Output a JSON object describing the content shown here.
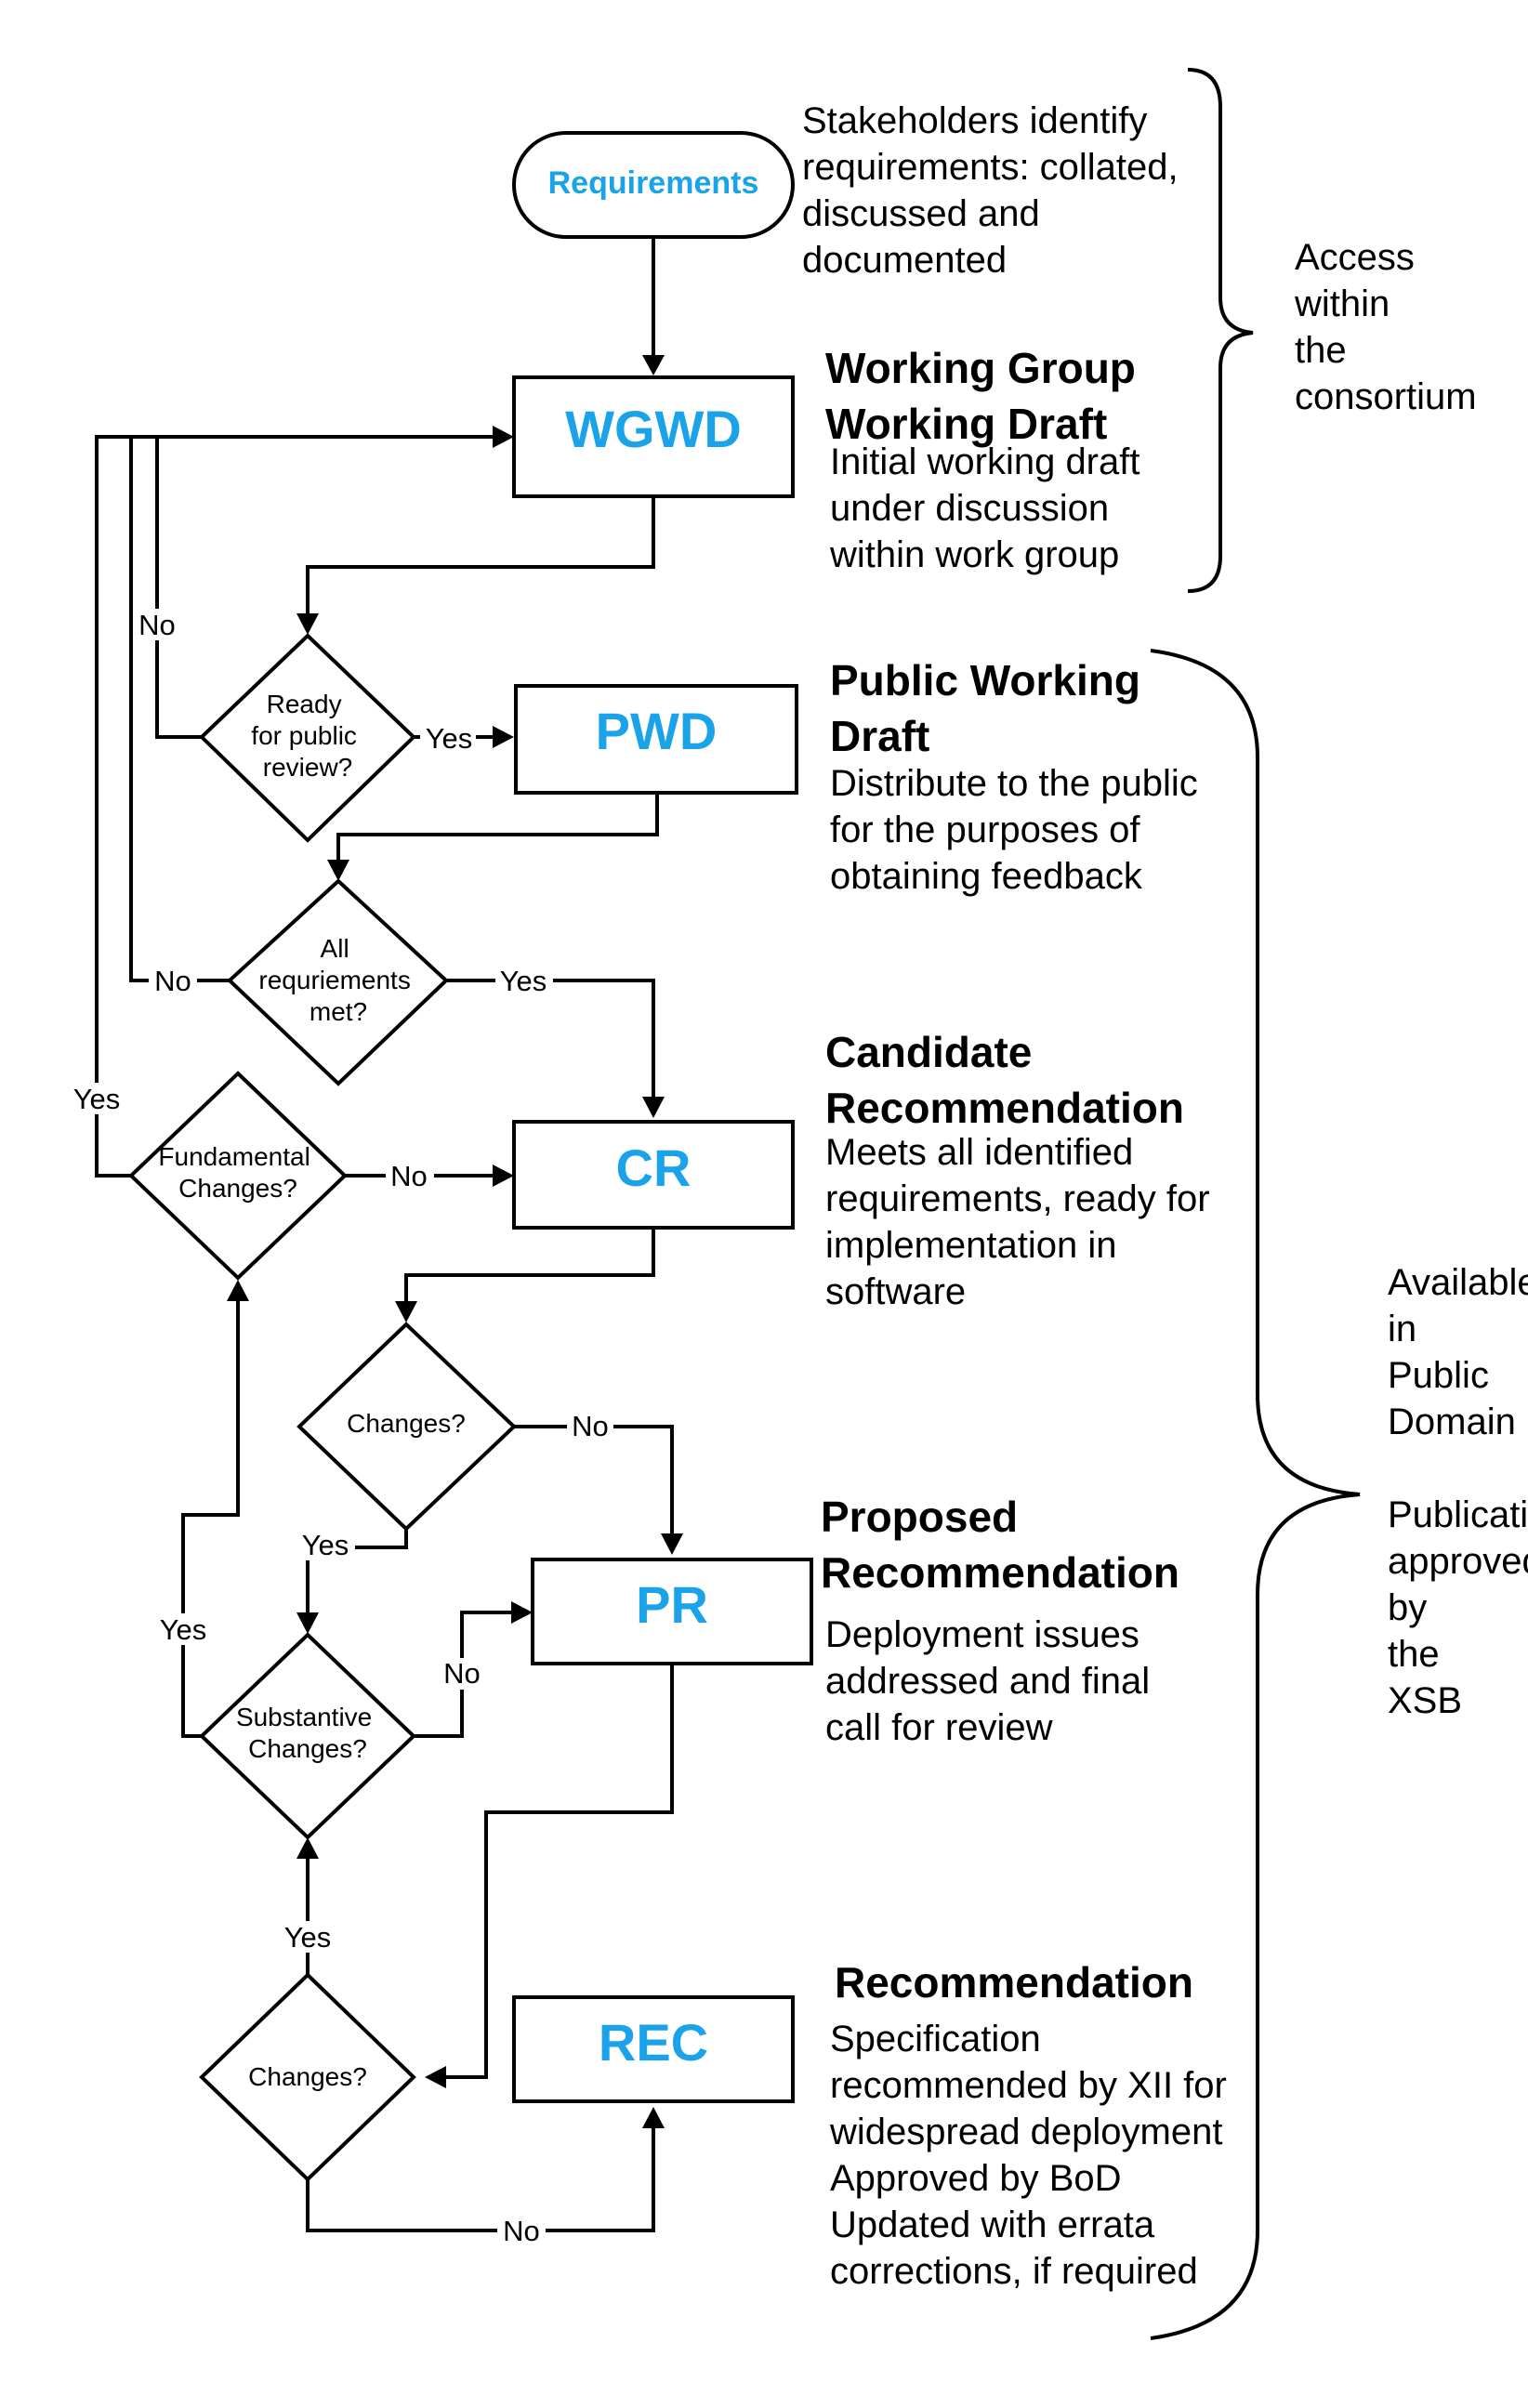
{
  "nodes": {
    "requirements": "Requirements",
    "wgwd": "WGWD",
    "pwd": "PWD",
    "cr": "CR",
    "pr": "PR",
    "rec": "REC"
  },
  "decisions": {
    "ready_public_review": [
      "Ready",
      "for public",
      "review?"
    ],
    "all_requirements_met": [
      "All",
      "requriements",
      "met?"
    ],
    "fundamental_changes": [
      "Fundamental",
      "Changes?"
    ],
    "changes_after_cr": [
      "Changes?"
    ],
    "substantive_changes": [
      "Substantive",
      "Changes?"
    ],
    "changes_after_pr": [
      "Changes?"
    ]
  },
  "edge_labels": {
    "yes": "Yes",
    "no": "No"
  },
  "descriptions": {
    "requirements": [
      "Stakeholders identify",
      "requirements: collated,",
      "discussed and",
      "documented"
    ],
    "wgwd_title": [
      "Working Group",
      "Working Draft"
    ],
    "wgwd": [
      "Initial working draft",
      "under discussion",
      "within work group"
    ],
    "pwd_title": [
      "Public Working",
      "Draft"
    ],
    "pwd": [
      "Distribute to the public",
      "for the purposes of",
      "obtaining feedback"
    ],
    "cr_title": [
      "Candidate",
      "Recommendation"
    ],
    "cr": [
      "Meets all identified",
      "requirements, ready for",
      "implementation in",
      "software"
    ],
    "pr_title": [
      "Proposed",
      "Recommendation"
    ],
    "pr": [
      "Deployment issues",
      "addressed and final",
      "call for review"
    ],
    "rec_title": [
      "Recommendation"
    ],
    "rec": [
      "Specification",
      "recommended by XII for",
      "widespread deployment",
      "Approved by BoD",
      "Updated with errata",
      "corrections, if required"
    ]
  },
  "brackets": {
    "consortium": [
      "Access",
      "within",
      "the",
      "consortium"
    ],
    "public": [
      "Available",
      "in",
      "Public",
      "Domain",
      "",
      "Publication",
      "approved",
      "by",
      "the",
      "XSB"
    ]
  },
  "colors": {
    "node_text": "#1aa3e8",
    "lines": "#000000",
    "background": "#ffffff"
  }
}
